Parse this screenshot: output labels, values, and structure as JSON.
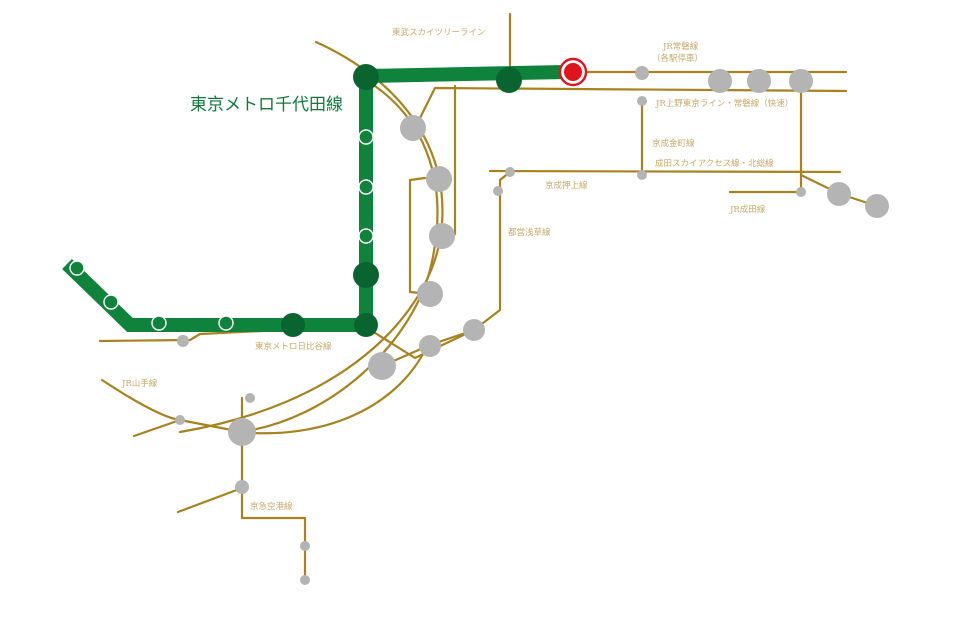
{
  "title": "東京メトロ千代田線",
  "colors": {
    "jr_line": "#a8821e",
    "chiyoda": "#0f823c",
    "station_gray": "#b4b4b4",
    "station_dark_green": "#0a6430",
    "highlight_red": "#e0141e",
    "label": "#c9a86a"
  },
  "labels": {
    "tobu_skytree": "東武スカイツリーライン",
    "jr_joban_local": "JR常磐線",
    "jr_joban_local_sub": "（各駅停車）",
    "jr_ueno_tokyo": "JR上野東京ライン・常磐線（快速）",
    "keisei_kanamachi": "京成金町線",
    "narita_sky_access": "成田スカイアクセス線・北総線",
    "keisei_oshiage": "京成押上線",
    "jr_narita": "JR成田線",
    "toei_asakusa": "都営浅草線",
    "metro_hibiya": "東京メトロ日比谷線",
    "jr_yamanote": "JR山手線",
    "keikyu_airport": "京急空港線"
  }
}
